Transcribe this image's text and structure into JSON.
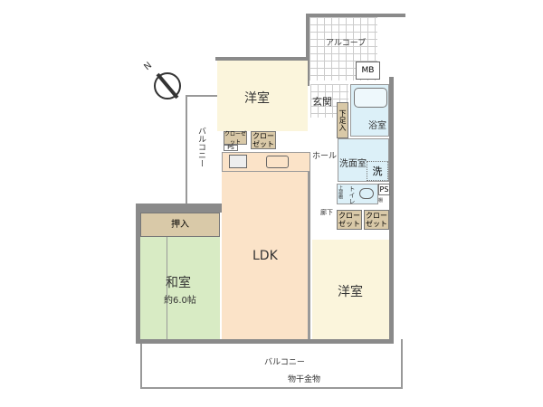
{
  "rooms": {
    "alcove": "アルコーブ",
    "mb": "MB",
    "western_north": "洋室",
    "entrance": "玄関",
    "shoe_storage": "下足入",
    "bath": "浴室",
    "hall": "ホール",
    "washroom": "洗面室",
    "washer": "洗",
    "toilet": "トイレ",
    "upper_shelf": "上部棚",
    "shelf": "棚",
    "ps": "PS",
    "corridor": "廊下",
    "closet": "クローゼット",
    "closet_small": "クローゼット",
    "ldk": "LDK",
    "oshiire": "押入",
    "japanese_room": "和室",
    "japanese_size": "約6.0帖",
    "western_south": "洋室",
    "balcony_west": "バルコニー",
    "balcony_south": "バルコニー",
    "laundry_hanger": "物干金物"
  },
  "colors": {
    "ldk": "#fbe3c8",
    "western": "#fbf5dc",
    "japanese": "#d8ebc4",
    "wet": "#dcf0f8",
    "closet": "#d9c9a8",
    "wall": "#8a8a8a"
  },
  "compass": {
    "icon": "north-arrow-icon",
    "label": "N"
  }
}
